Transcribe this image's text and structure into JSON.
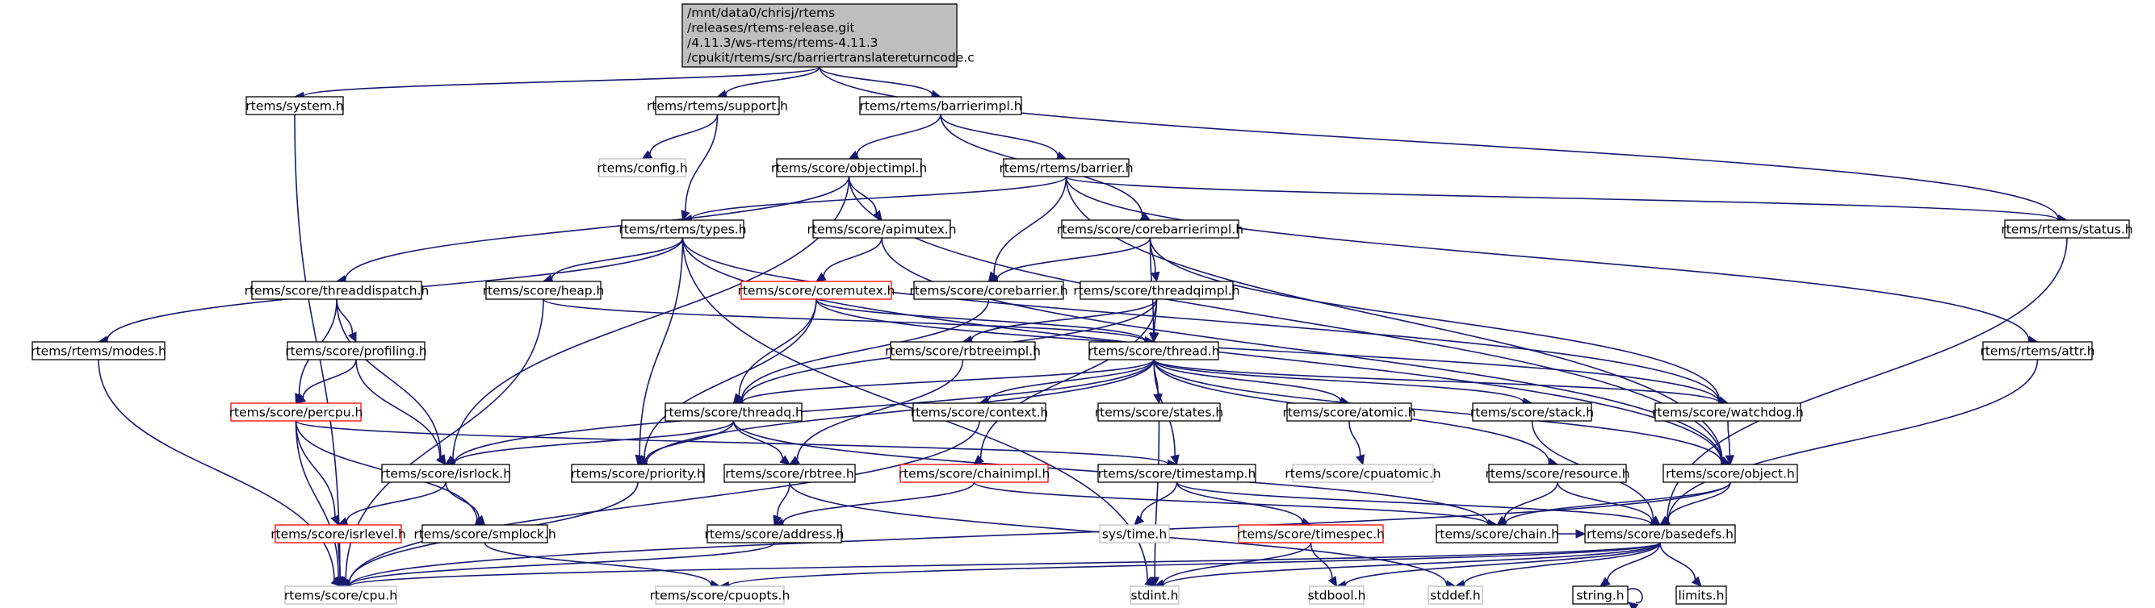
{
  "colors": {
    "edge": "#191970",
    "border_normal": "#000000",
    "border_incomplete": "#bfbfbf",
    "border_truncated": "#ff0000",
    "root_fill": "#bfbfbf",
    "text_normal": "#000000",
    "text_incomplete": "#000000"
  },
  "nodes": [
    {
      "id": "root",
      "kind": "root",
      "lines": [
        "/mnt/data0/chrisj/rtems",
        "/releases/rtems-release.git",
        "/4.11.3/ws-rtems/rtems-4.11.3",
        "/cpukit/rtems/src/barriertranslatereturncode.c"
      ]
    },
    {
      "id": "system",
      "kind": "normal",
      "lines": [
        "rtems/system.h"
      ]
    },
    {
      "id": "support",
      "kind": "normal",
      "lines": [
        "rtems/rtems/support.h"
      ]
    },
    {
      "id": "barrierimpl",
      "kind": "normal",
      "lines": [
        "rtems/rtems/barrierimpl.h"
      ]
    },
    {
      "id": "config",
      "kind": "incomplete",
      "lines": [
        "rtems/config.h"
      ]
    },
    {
      "id": "objectimpl",
      "kind": "normal",
      "lines": [
        "rtems/score/objectimpl.h"
      ]
    },
    {
      "id": "barrier",
      "kind": "normal",
      "lines": [
        "rtems/rtems/barrier.h"
      ]
    },
    {
      "id": "types",
      "kind": "normal",
      "lines": [
        "rtems/rtems/types.h"
      ]
    },
    {
      "id": "apimutex",
      "kind": "normal",
      "lines": [
        "rtems/score/apimutex.h"
      ]
    },
    {
      "id": "corebarrierimpl",
      "kind": "normal",
      "lines": [
        "rtems/score/corebarrierimpl.h"
      ]
    },
    {
      "id": "status",
      "kind": "normal",
      "lines": [
        "rtems/rtems/status.h"
      ]
    },
    {
      "id": "threaddispatch",
      "kind": "normal",
      "lines": [
        "rtems/score/threaddispatch.h"
      ]
    },
    {
      "id": "heap",
      "kind": "normal",
      "lines": [
        "rtems/score/heap.h"
      ]
    },
    {
      "id": "coremutex",
      "kind": "truncated",
      "lines": [
        "rtems/score/coremutex.h"
      ]
    },
    {
      "id": "corebarrier",
      "kind": "normal",
      "lines": [
        "rtems/score/corebarrier.h"
      ]
    },
    {
      "id": "threadqimpl",
      "kind": "normal",
      "lines": [
        "rtems/score/threadqimpl.h"
      ]
    },
    {
      "id": "modes",
      "kind": "normal",
      "lines": [
        "rtems/rtems/modes.h"
      ]
    },
    {
      "id": "profiling",
      "kind": "normal",
      "lines": [
        "rtems/score/profiling.h"
      ]
    },
    {
      "id": "rbtreeimpl",
      "kind": "normal",
      "lines": [
        "rtems/score/rbtreeimpl.h"
      ]
    },
    {
      "id": "thread",
      "kind": "normal",
      "lines": [
        "rtems/score/thread.h"
      ]
    },
    {
      "id": "attr",
      "kind": "normal",
      "lines": [
        "rtems/rtems/attr.h"
      ]
    },
    {
      "id": "percpu",
      "kind": "truncated",
      "lines": [
        "rtems/score/percpu.h"
      ]
    },
    {
      "id": "threadq",
      "kind": "normal",
      "lines": [
        "rtems/score/threadq.h"
      ]
    },
    {
      "id": "context",
      "kind": "normal",
      "lines": [
        "rtems/score/context.h"
      ]
    },
    {
      "id": "states",
      "kind": "normal",
      "lines": [
        "rtems/score/states.h"
      ]
    },
    {
      "id": "atomic",
      "kind": "normal",
      "lines": [
        "rtems/score/atomic.h"
      ]
    },
    {
      "id": "stack",
      "kind": "normal",
      "lines": [
        "rtems/score/stack.h"
      ]
    },
    {
      "id": "watchdog",
      "kind": "normal",
      "lines": [
        "rtems/score/watchdog.h"
      ]
    },
    {
      "id": "cpuatomic",
      "kind": "incomplete",
      "lines": [
        "rtems/score/cpuatomic.h"
      ]
    },
    {
      "id": "isrlock",
      "kind": "normal",
      "lines": [
        "rtems/score/isrlock.h"
      ]
    },
    {
      "id": "priority",
      "kind": "normal",
      "lines": [
        "rtems/score/priority.h"
      ]
    },
    {
      "id": "rbtree",
      "kind": "normal",
      "lines": [
        "rtems/score/rbtree.h"
      ]
    },
    {
      "id": "chainimpl",
      "kind": "truncated",
      "lines": [
        "rtems/score/chainimpl.h"
      ]
    },
    {
      "id": "timestamp",
      "kind": "normal",
      "lines": [
        "rtems/score/timestamp.h"
      ]
    },
    {
      "id": "resource",
      "kind": "normal",
      "lines": [
        "rtems/score/resource.h"
      ]
    },
    {
      "id": "object",
      "kind": "normal",
      "lines": [
        "rtems/score/object.h"
      ]
    },
    {
      "id": "isrlevel",
      "kind": "truncated",
      "lines": [
        "rtems/score/isrlevel.h"
      ]
    },
    {
      "id": "smplock",
      "kind": "normal",
      "lines": [
        "rtems/score/smplock.h"
      ]
    },
    {
      "id": "address",
      "kind": "normal",
      "lines": [
        "rtems/score/address.h"
      ]
    },
    {
      "id": "systime",
      "kind": "incomplete",
      "lines": [
        "sys/time.h"
      ]
    },
    {
      "id": "timespec",
      "kind": "truncated",
      "lines": [
        "rtems/score/timespec.h"
      ]
    },
    {
      "id": "chain",
      "kind": "normal",
      "lines": [
        "rtems/score/chain.h"
      ]
    },
    {
      "id": "basedefs",
      "kind": "normal",
      "lines": [
        "rtems/score/basedefs.h"
      ]
    },
    {
      "id": "cpu",
      "kind": "incomplete",
      "lines": [
        "rtems/score/cpu.h"
      ]
    },
    {
      "id": "cpuopts",
      "kind": "incomplete",
      "lines": [
        "rtems/score/cpuopts.h"
      ]
    },
    {
      "id": "stdint",
      "kind": "incomplete",
      "lines": [
        "stdint.h"
      ]
    },
    {
      "id": "stdbool",
      "kind": "incomplete",
      "lines": [
        "stdbool.h"
      ]
    },
    {
      "id": "stddef",
      "kind": "incomplete",
      "lines": [
        "stddef.h"
      ]
    },
    {
      "id": "string",
      "kind": "normal",
      "lines": [
        "string.h"
      ]
    },
    {
      "id": "limits",
      "kind": "normal",
      "lines": [
        "limits.h"
      ]
    }
  ],
  "edges": [
    [
      "root",
      "system"
    ],
    [
      "root",
      "support"
    ],
    [
      "root",
      "barrierimpl"
    ],
    [
      "root",
      "status"
    ],
    [
      "system",
      "cpu"
    ],
    [
      "support",
      "config"
    ],
    [
      "support",
      "types"
    ],
    [
      "barrierimpl",
      "objectimpl"
    ],
    [
      "barrierimpl",
      "barrier"
    ],
    [
      "barrierimpl",
      "corebarrierimpl"
    ],
    [
      "objectimpl",
      "threaddispatch"
    ],
    [
      "objectimpl",
      "apimutex"
    ],
    [
      "objectimpl",
      "isrlock"
    ],
    [
      "objectimpl",
      "object"
    ],
    [
      "barrier",
      "types"
    ],
    [
      "barrier",
      "status"
    ],
    [
      "barrier",
      "attr"
    ],
    [
      "barrier",
      "object"
    ],
    [
      "barrier",
      "corebarrier"
    ],
    [
      "types",
      "modes"
    ],
    [
      "types",
      "heap"
    ],
    [
      "types",
      "priority"
    ],
    [
      "types",
      "stdint"
    ],
    [
      "types",
      "watchdog"
    ],
    [
      "types",
      "object"
    ],
    [
      "apimutex",
      "coremutex"
    ],
    [
      "apimutex",
      "object"
    ],
    [
      "corebarrierimpl",
      "corebarrier"
    ],
    [
      "corebarrierimpl",
      "threadqimpl"
    ],
    [
      "corebarrierimpl",
      "thread"
    ],
    [
      "corebarrierimpl",
      "watchdog"
    ],
    [
      "status",
      "basedefs"
    ],
    [
      "threaddispatch",
      "percpu"
    ],
    [
      "threaddispatch",
      "profiling"
    ],
    [
      "threaddispatch",
      "isrlock"
    ],
    [
      "heap",
      "cpu"
    ],
    [
      "heap",
      "thread"
    ],
    [
      "coremutex",
      "threadq"
    ],
    [
      "coremutex",
      "thread"
    ],
    [
      "coremutex",
      "priority"
    ],
    [
      "coremutex",
      "watchdog"
    ],
    [
      "corebarrier",
      "threadq"
    ],
    [
      "threadqimpl",
      "threadq"
    ],
    [
      "threadqimpl",
      "rbtreeimpl"
    ],
    [
      "threadqimpl",
      "thread"
    ],
    [
      "threadqimpl",
      "chainimpl"
    ],
    [
      "modes",
      "cpu"
    ],
    [
      "profiling",
      "percpu"
    ],
    [
      "profiling",
      "isrlock"
    ],
    [
      "rbtreeimpl",
      "rbtree"
    ],
    [
      "thread",
      "threadq"
    ],
    [
      "thread",
      "context"
    ],
    [
      "thread",
      "states"
    ],
    [
      "thread",
      "atomic"
    ],
    [
      "thread",
      "stack"
    ],
    [
      "thread",
      "watchdog"
    ],
    [
      "thread",
      "object"
    ],
    [
      "thread",
      "isrlock"
    ],
    [
      "thread",
      "priority"
    ],
    [
      "thread",
      "timestamp"
    ],
    [
      "thread",
      "resource"
    ],
    [
      "attr",
      "basedefs"
    ],
    [
      "percpu",
      "isrlevel"
    ],
    [
      "percpu",
      "smplock"
    ],
    [
      "percpu",
      "cpu"
    ],
    [
      "percpu",
      "timestamp"
    ],
    [
      "threadq",
      "isrlock"
    ],
    [
      "threadq",
      "priority"
    ],
    [
      "threadq",
      "rbtree"
    ],
    [
      "threadq",
      "chain"
    ],
    [
      "context",
      "cpu"
    ],
    [
      "states",
      "stdint"
    ],
    [
      "atomic",
      "cpuatomic"
    ],
    [
      "stack",
      "basedefs"
    ],
    [
      "watchdog",
      "object"
    ],
    [
      "isrlock",
      "isrlevel"
    ],
    [
      "isrlock",
      "smplock"
    ],
    [
      "priority",
      "cpu"
    ],
    [
      "rbtree",
      "address"
    ],
    [
      "rbtree",
      "stddef"
    ],
    [
      "chainimpl",
      "address"
    ],
    [
      "chainimpl",
      "chain"
    ],
    [
      "timestamp",
      "systime"
    ],
    [
      "timestamp",
      "timespec"
    ],
    [
      "timestamp",
      "basedefs"
    ],
    [
      "resource",
      "basedefs"
    ],
    [
      "resource",
      "chain"
    ],
    [
      "object",
      "basedefs"
    ],
    [
      "object",
      "chain"
    ],
    [
      "object",
      "cpu"
    ],
    [
      "isrlevel",
      "cpu"
    ],
    [
      "smplock",
      "cpuopts"
    ],
    [
      "address",
      "cpu"
    ],
    [
      "timespec",
      "stdbool"
    ],
    [
      "timespec",
      "stdint"
    ],
    [
      "chain",
      "basedefs"
    ],
    [
      "basedefs",
      "cpuopts"
    ],
    [
      "basedefs",
      "stdbool"
    ],
    [
      "basedefs",
      "stddef"
    ],
    [
      "basedefs",
      "stdint"
    ],
    [
      "basedefs",
      "string"
    ],
    [
      "basedefs",
      "limits"
    ],
    [
      "basedefs",
      "cpu"
    ],
    [
      "string",
      "string"
    ]
  ]
}
